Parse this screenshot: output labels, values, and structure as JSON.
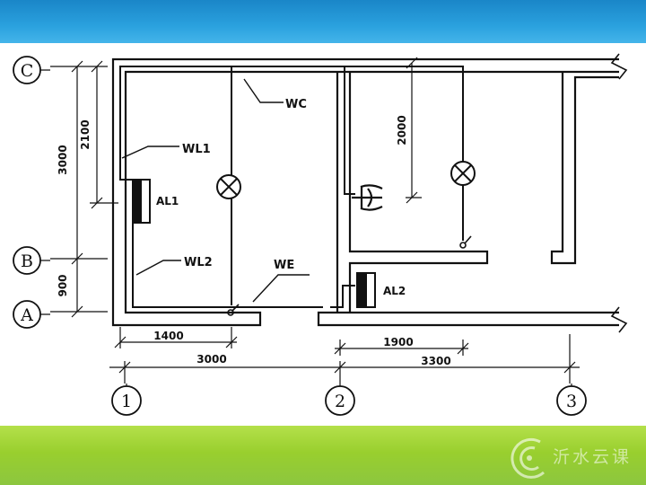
{
  "axes": {
    "rows": [
      "C",
      "B",
      "A"
    ],
    "cols": [
      "1",
      "2",
      "3"
    ]
  },
  "dimensions": {
    "v_3000": "3000",
    "v_2100": "2100",
    "v_900": "900",
    "v_2000": "2000",
    "h_1400": "1400",
    "h_1900": "1900",
    "h_3000": "3000",
    "h_3300": "3300"
  },
  "labels": {
    "wc": "WC",
    "wl1": "WL1",
    "wl2": "WL2",
    "we": "WE",
    "al1": "AL1",
    "al2": "AL2"
  },
  "brand": {
    "text": "沂水云课"
  },
  "colors": {
    "top_bar": "#2aa1de",
    "bottom_bar": "#99cf2e",
    "line": "#111111"
  },
  "icons": [
    "lamp-icon",
    "wall-lamp-icon",
    "switch-icon",
    "distribution-box-icon",
    "wall-break-icon",
    "brand-logo-icon"
  ]
}
